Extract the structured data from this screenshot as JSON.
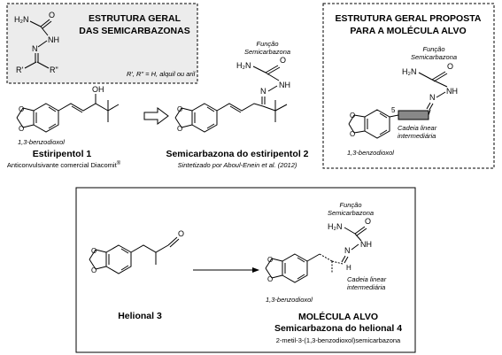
{
  "box_general": {
    "title_line1": "ESTRUTURA GERAL",
    "title_line2": "DAS SEMICARBAZONAS",
    "footnote": "R', R\" = H, alquil ou aril"
  },
  "box_proposed": {
    "title_line1": "ESTRUTURA GERAL PROPOSTA",
    "title_line2": "PARA A MOLÉCULA ALVO",
    "funcao": "Função",
    "semicarbazona": "Semicarbazona",
    "cadeia": "Cadeia linear",
    "intermediaria": "intermediária",
    "benzodioxol": "1,3-benzodioxol",
    "position": "5"
  },
  "atoms": {
    "h2n": "H₂N",
    "o": "O",
    "nh": "NH",
    "n": "N",
    "oh": "OH",
    "r1": "R'",
    "r2": "R\"",
    "h": "H"
  },
  "stiripentol": {
    "ring_label": "1,3-benzodioxol",
    "name": "Estiripentol 1",
    "caption": "Anticonvulsivante comercial Diacomit",
    "caption_mark": "®"
  },
  "semicarbazone2": {
    "funcao": "Função",
    "semicarbazona": "Semicarbazona",
    "name": "Semicarbazona do estiripentol 2",
    "caption": "Sintetizado por Aboul-Enein et al. (2012)"
  },
  "bottom": {
    "helional_name": "Helional 3",
    "funcao": "Função",
    "semicarbazona": "Semicarbazona",
    "cadeia": "Cadeia linear",
    "intermediaria": "intermediária",
    "ring_label": "1,3-benzodioxol",
    "target_title": "MOLÉCULA ALVO",
    "target_name": "Semicarbazona do helional 4",
    "target_iupac": "2-metil-3-(1,3-benzodioxol)semicarbazona"
  }
}
